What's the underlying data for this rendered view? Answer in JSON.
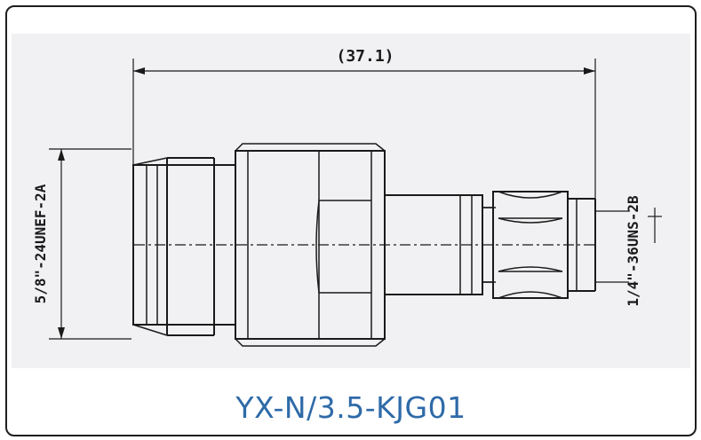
{
  "drawing": {
    "overall_length_label": "(37.1)",
    "left_thread_label": "5/8\"-24UNEF-2A",
    "right_thread_label": "1/4\"-36UNS-2B"
  },
  "caption": {
    "model": "YX-N/3.5-KJG01"
  },
  "colors": {
    "line": "#1a1a1a",
    "background": "#f1f1f3",
    "caption": "#2e6aa8"
  }
}
